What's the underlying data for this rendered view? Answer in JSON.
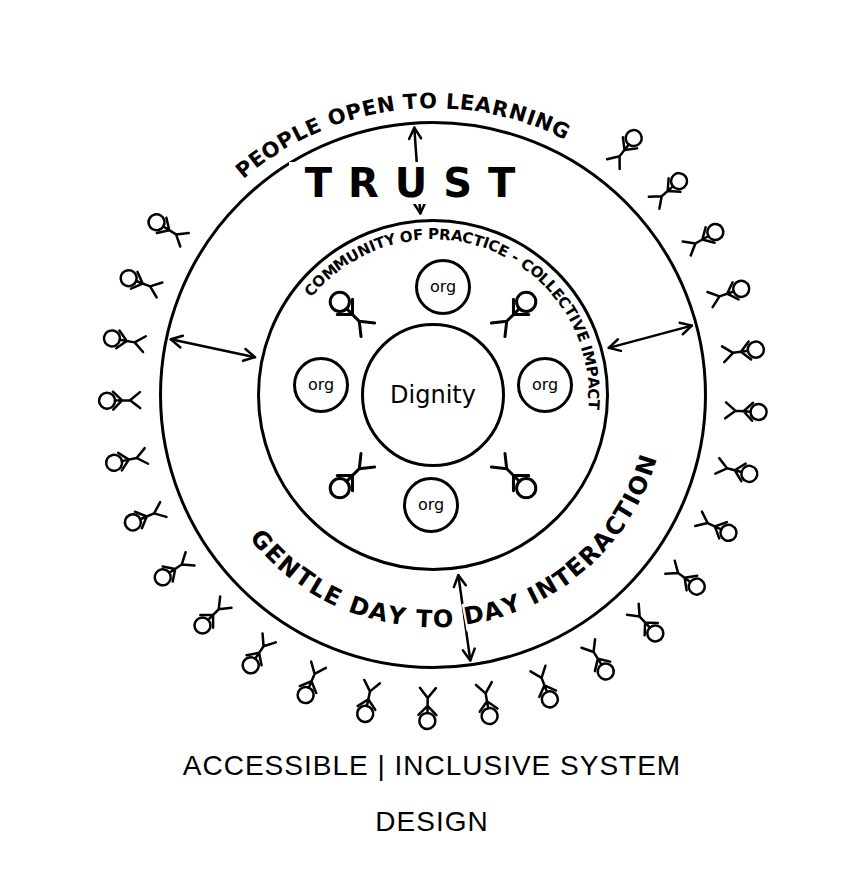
{
  "diagram": {
    "caption": "ACCESSIBLE | INCLUSIVE SYSTEM DESIGN",
    "nodes": [
      {
        "text": [
          "PEOPLE OPEN TO LEARNING",
          "TRUST",
          "GENTLE DAY TO DAY INTERACTION"
        ]
      },
      {
        "text": [
          "COMMUNITY OF PRACTICE - COLLECTIVE IMPACT"
        ],
        "in": 0
      },
      {
        "text": [
          "org"
        ],
        "in": 1
      },
      {
        "text": [
          "org"
        ],
        "in": 1
      },
      {
        "text": [
          "Dignity"
        ],
        "in": 1
      },
      {
        "text": [
          "org"
        ],
        "in": 1
      },
      {
        "text": [
          "org"
        ],
        "in": 1
      }
    ],
    "edges": [
      {
        "from": 0,
        "to": 1,
        "arrow": "both"
      },
      {
        "from": 0,
        "to": 1,
        "arrow": "both"
      },
      {
        "from": 0,
        "to": 1,
        "arrow": "both"
      },
      {
        "from": 0,
        "to": 1,
        "arrow": "both"
      }
    ]
  }
}
